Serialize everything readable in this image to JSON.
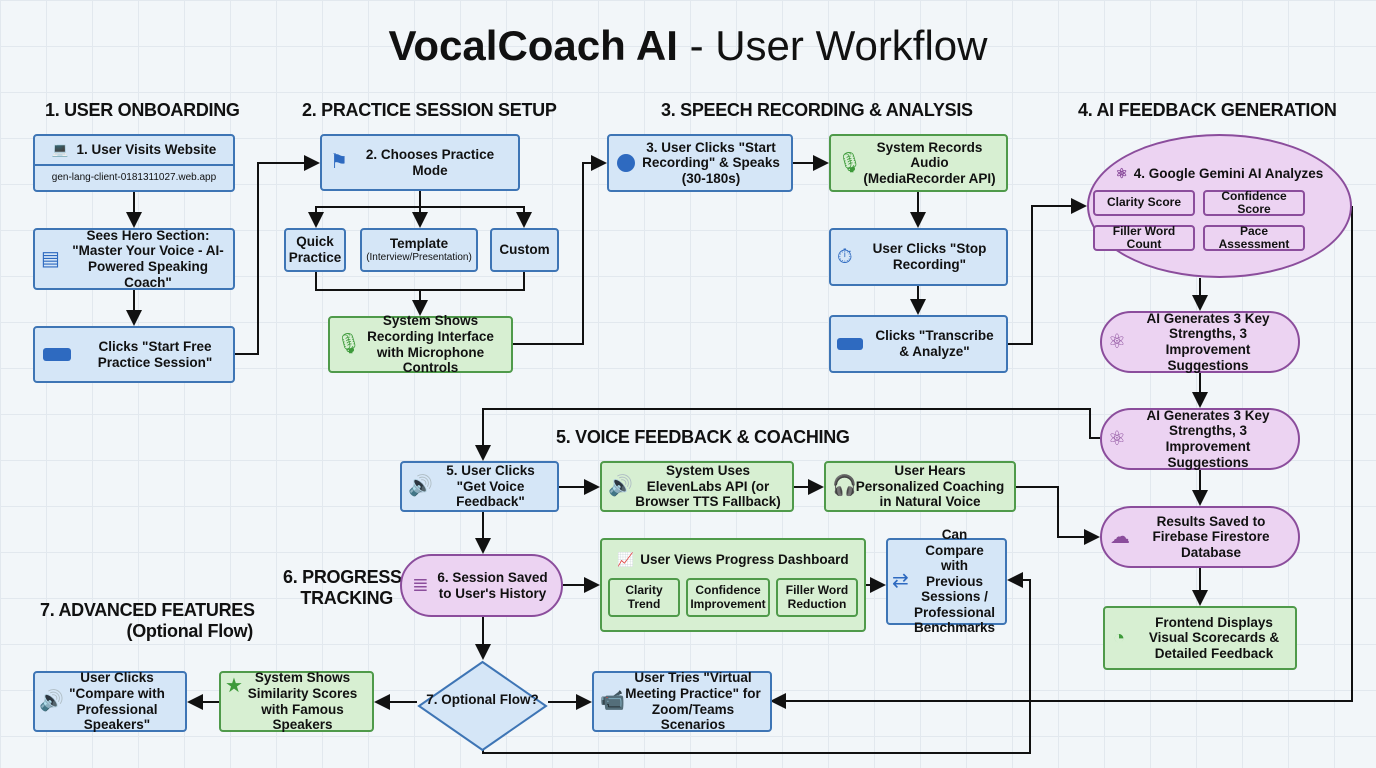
{
  "title": {
    "bold": "VocalCoach AI",
    "rest": " - User Workflow"
  },
  "sections": {
    "s1": "1. USER ONBOARDING",
    "s2": "2. PRACTICE SESSION SETUP",
    "s3": "3. SPEECH RECORDING & ANALYSIS",
    "s4": "4. AI FEEDBACK GENERATION",
    "s5": "5. VOICE FEEDBACK & COACHING",
    "s6a": "6. PROGRESS",
    "s6b": "TRACKING",
    "s7a": "7. ADVANCED FEATURES",
    "s7b": "(Optional Flow)"
  },
  "nodes": {
    "visit": "1. User Visits Website",
    "url": "gen-lang-client-0181311027.web.app",
    "hero": "Sees Hero Section: \"Master Your Voice - AI-Powered Speaking Coach\"",
    "start_free": "Clicks \"Start Free Practice Session\"",
    "mode": "2. Chooses Practice Mode",
    "quick": "Quick Practice",
    "template": "Template",
    "template_sub": "(Interview/Presentation)",
    "custom": "Custom",
    "rec_iface": "System Shows Recording Interface with Microphone Controls",
    "start_rec": "3. User Clicks \"Start Recording\" & Speaks (30-180s)",
    "records": "System Records Audio (MediaRecorder API)",
    "stop": "User Clicks \"Stop Recording\"",
    "transcribe": "Clicks \"Transcribe & Analyze\"",
    "gemini": "4. Google Gemini AI Analyzes",
    "metrics": [
      "Clarity Score",
      "Confidence Score",
      "Filler Word Count",
      "Pace Assessment"
    ],
    "gen1": "AI Generates 3 Key Strengths, 3 Improvement Suggestions",
    "gen2": "AI Generates 3 Key Strengths, 3 Improvement Suggestions",
    "firestore": "Results Saved to Firebase Firestore Database",
    "frontend": "Frontend Displays Visual Scorecards & Detailed Feedback",
    "voice_fb": "5. User Clicks \"Get Voice Feedback\"",
    "eleven": "System Uses ElevenLabs API (or Browser TTS Fallback)",
    "hears": "User Hears Personalized Coaching in Natural Voice",
    "saved": "6. Session Saved to User's History",
    "dashboard": "User Views Progress Dashboard",
    "dash_items": [
      "Clarity Trend",
      "Confidence Improvement",
      "Filler Word Reduction"
    ],
    "compare": "Can Compare with Previous Sessions / Professional Benchmarks",
    "optional": "7. Optional Flow?",
    "virtual": "User Tries \"Virtual Meeting Practice\" for Zoom/Teams Scenarios",
    "similarity": "System Shows Similarity Scores with Famous Speakers",
    "pro": "User Clicks \"Compare with Professional Speakers\""
  },
  "colors": {
    "blue_fill": "#d5e6f7",
    "blue_border": "#3e75b5",
    "green_fill": "#d7efd2",
    "green_border": "#4f9a4a",
    "purple_fill": "#ecd3f2",
    "purple_border": "#8b4d9c"
  }
}
